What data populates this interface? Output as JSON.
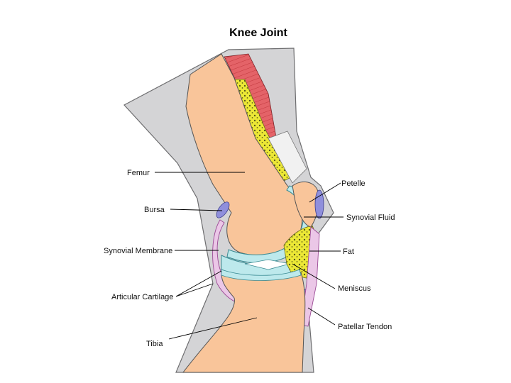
{
  "title": "Knee Joint",
  "labels": {
    "femur": "Femur",
    "bursa": "Bursa",
    "synovial_membrane": "Synovial Membrane",
    "articular_cartilage": "Articular Cartilage",
    "tibia": "Tibia",
    "patella": "Petelle",
    "synovial_fluid": "Synovial Fluid",
    "fat": "Fat",
    "meniscus": "Meniscus",
    "patellar_tendon": "Patellar Tendon"
  },
  "colors": {
    "skin": "#d4d4d6",
    "bone": "#f9c59a",
    "muscle": "#e0585c",
    "cartilage": "#bde9ec",
    "bursa": "#8f8fdc",
    "fat": "#ece836",
    "membrane": "#d99ad6"
  }
}
